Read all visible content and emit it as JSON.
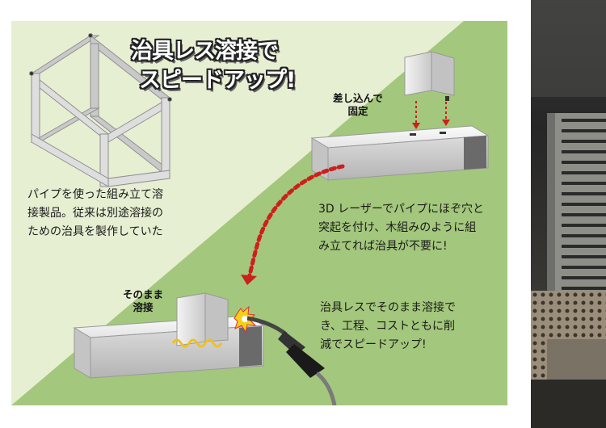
{
  "title": {
    "line1": "治具レス溶接で",
    "line2": "スピードアップ!"
  },
  "labels": {
    "insert_fix": "差し込んで\n固定",
    "weld_as_is": "そのまま\n溶接"
  },
  "captions": {
    "pipe": "パイプを使った組み立て溶\n接製品。従来は別途溶接の\nための治具を製作していた",
    "laser": "3D レーザーでパイプにほぞ穴と\n突起を付け、木組みのように組\nみ立てれば治具が不要に!",
    "speed": "治具レスでそのまま溶接で\nき、工程、コストともに削\n減でスピードアップ!"
  },
  "colors": {
    "green_light": "#e6efd2",
    "green_dark": "#a3c77c",
    "arrow": "#cc1f1f",
    "weld": "#f0c020"
  }
}
